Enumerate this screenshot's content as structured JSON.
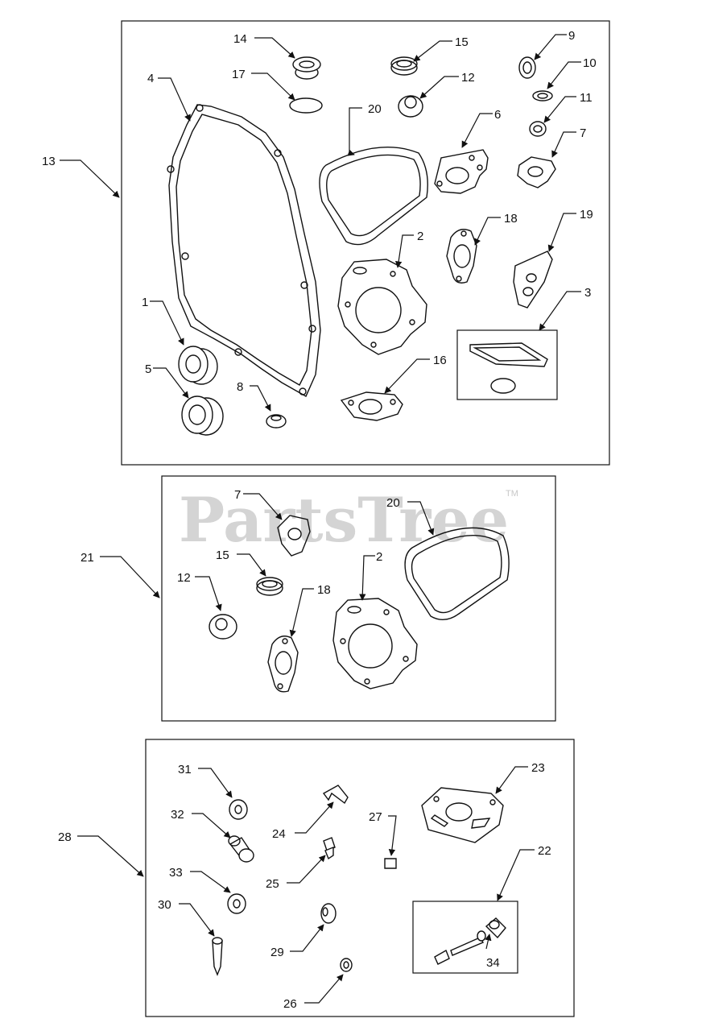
{
  "watermark": {
    "text": "PartsTree",
    "tm": "TM"
  },
  "labels": {
    "l1": "1",
    "l2": "2",
    "l3": "3",
    "l4": "4",
    "l5": "5",
    "l6": "6",
    "l7": "7",
    "l8": "8",
    "l9": "9",
    "l10": "10",
    "l11": "11",
    "l12": "12",
    "l13": "13",
    "l14": "14",
    "l15": "15",
    "l16": "16",
    "l17": "17",
    "l18": "18",
    "l19": "19",
    "l20": "20",
    "l21": "21",
    "l22": "22",
    "l23": "23",
    "l24": "24",
    "l25": "25",
    "l26": "26",
    "l27": "27",
    "l28": "28",
    "l29": "29",
    "l30": "30",
    "l31": "31",
    "l32": "32",
    "l33": "33",
    "l34": "34"
  }
}
